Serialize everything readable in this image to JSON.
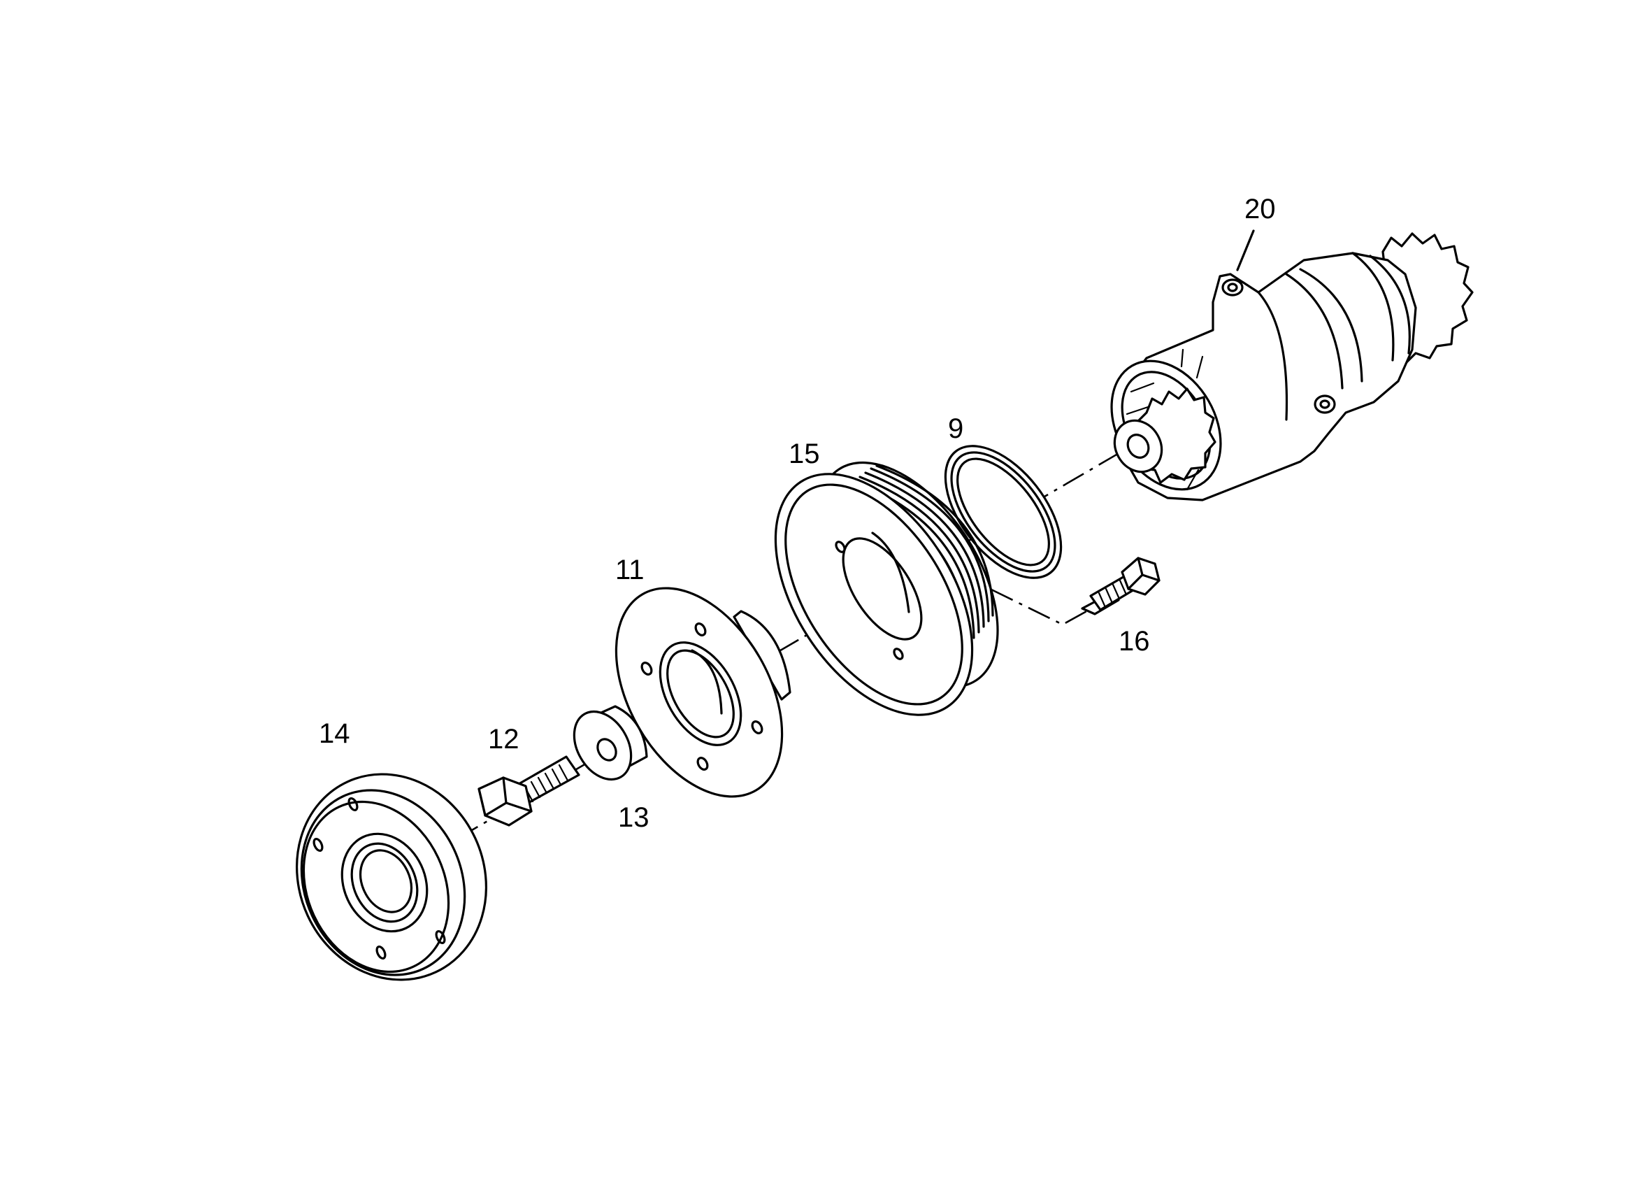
{
  "diagram": {
    "callouts": [
      {
        "id": "part-20",
        "label": "20"
      },
      {
        "id": "part-9",
        "label": "9"
      },
      {
        "id": "part-15",
        "label": "15"
      },
      {
        "id": "part-11",
        "label": "11"
      },
      {
        "id": "part-16",
        "label": "16"
      },
      {
        "id": "part-14",
        "label": "14"
      },
      {
        "id": "part-12",
        "label": "12"
      },
      {
        "id": "part-13",
        "label": "13"
      }
    ],
    "line_color": "#000000",
    "background": "#ffffff"
  }
}
